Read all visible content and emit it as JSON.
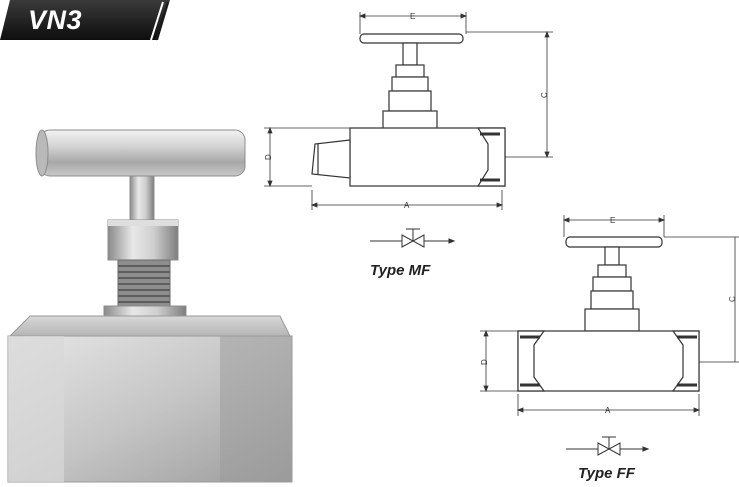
{
  "badge": {
    "label": "VN3",
    "color": "#1a1a1a"
  },
  "diagrams": [
    {
      "caption": "Type MF",
      "dimensions": {
        "top_width": "E",
        "height": "C",
        "side_height": "D",
        "length": "A"
      }
    },
    {
      "caption": "Type FF",
      "dimensions": {
        "top_width": "E",
        "height": "C",
        "side_height": "D",
        "length": "A"
      }
    }
  ]
}
